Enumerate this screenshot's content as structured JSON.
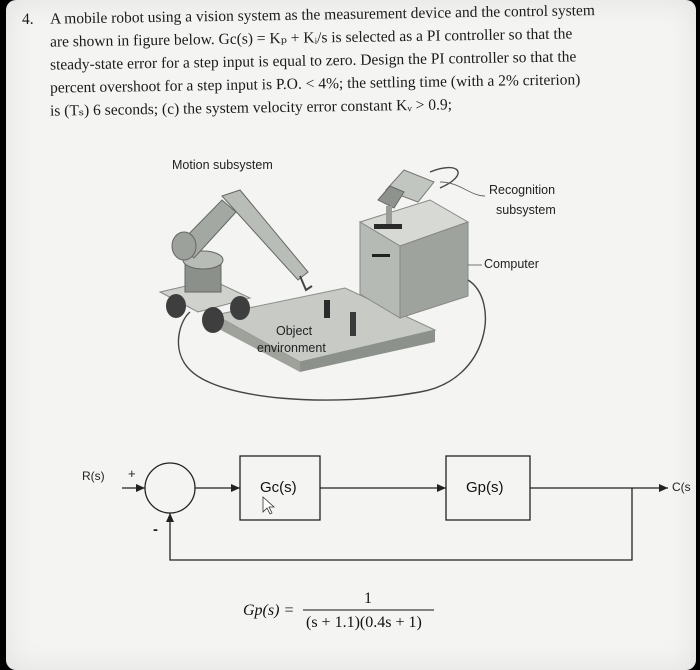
{
  "problem": {
    "number": "4.",
    "lines": [
      "A mobile robot using a vision system as the measurement device and the control system",
      "are shown in figure below. Gc(s) = Kₚ + Kᵢ/s is selected as a PI controller so that the",
      "steady-state error for a step input is equal to zero. Design the PI controller so that the",
      "percent overshoot for a step input is P.O. < 4%; the settling time (with a 2% criterion)",
      "is (Tₛ) 6 seconds; (c) the system velocity error constant Kᵥ > 0.9;"
    ]
  },
  "illustration": {
    "motion_subsystem": "Motion subsystem",
    "recognition_1": "Recognition",
    "recognition_2": "subsystem",
    "computer": "Computer",
    "object_1": "Object",
    "object_2": "environment"
  },
  "block_diagram": {
    "input": "R(s)",
    "plus": "+",
    "minus": "-",
    "controller": "Gc(s)",
    "plant": "Gp(s)",
    "output": "C(s"
  },
  "formula": {
    "lhs": "Gp(s) =",
    "numerator": "1",
    "denominator": "(s + 1.1)(0.4s + 1)"
  },
  "colors": {
    "paper": "#f4f4f2",
    "ink": "#1b1b1b",
    "device": "#9ea59e"
  }
}
